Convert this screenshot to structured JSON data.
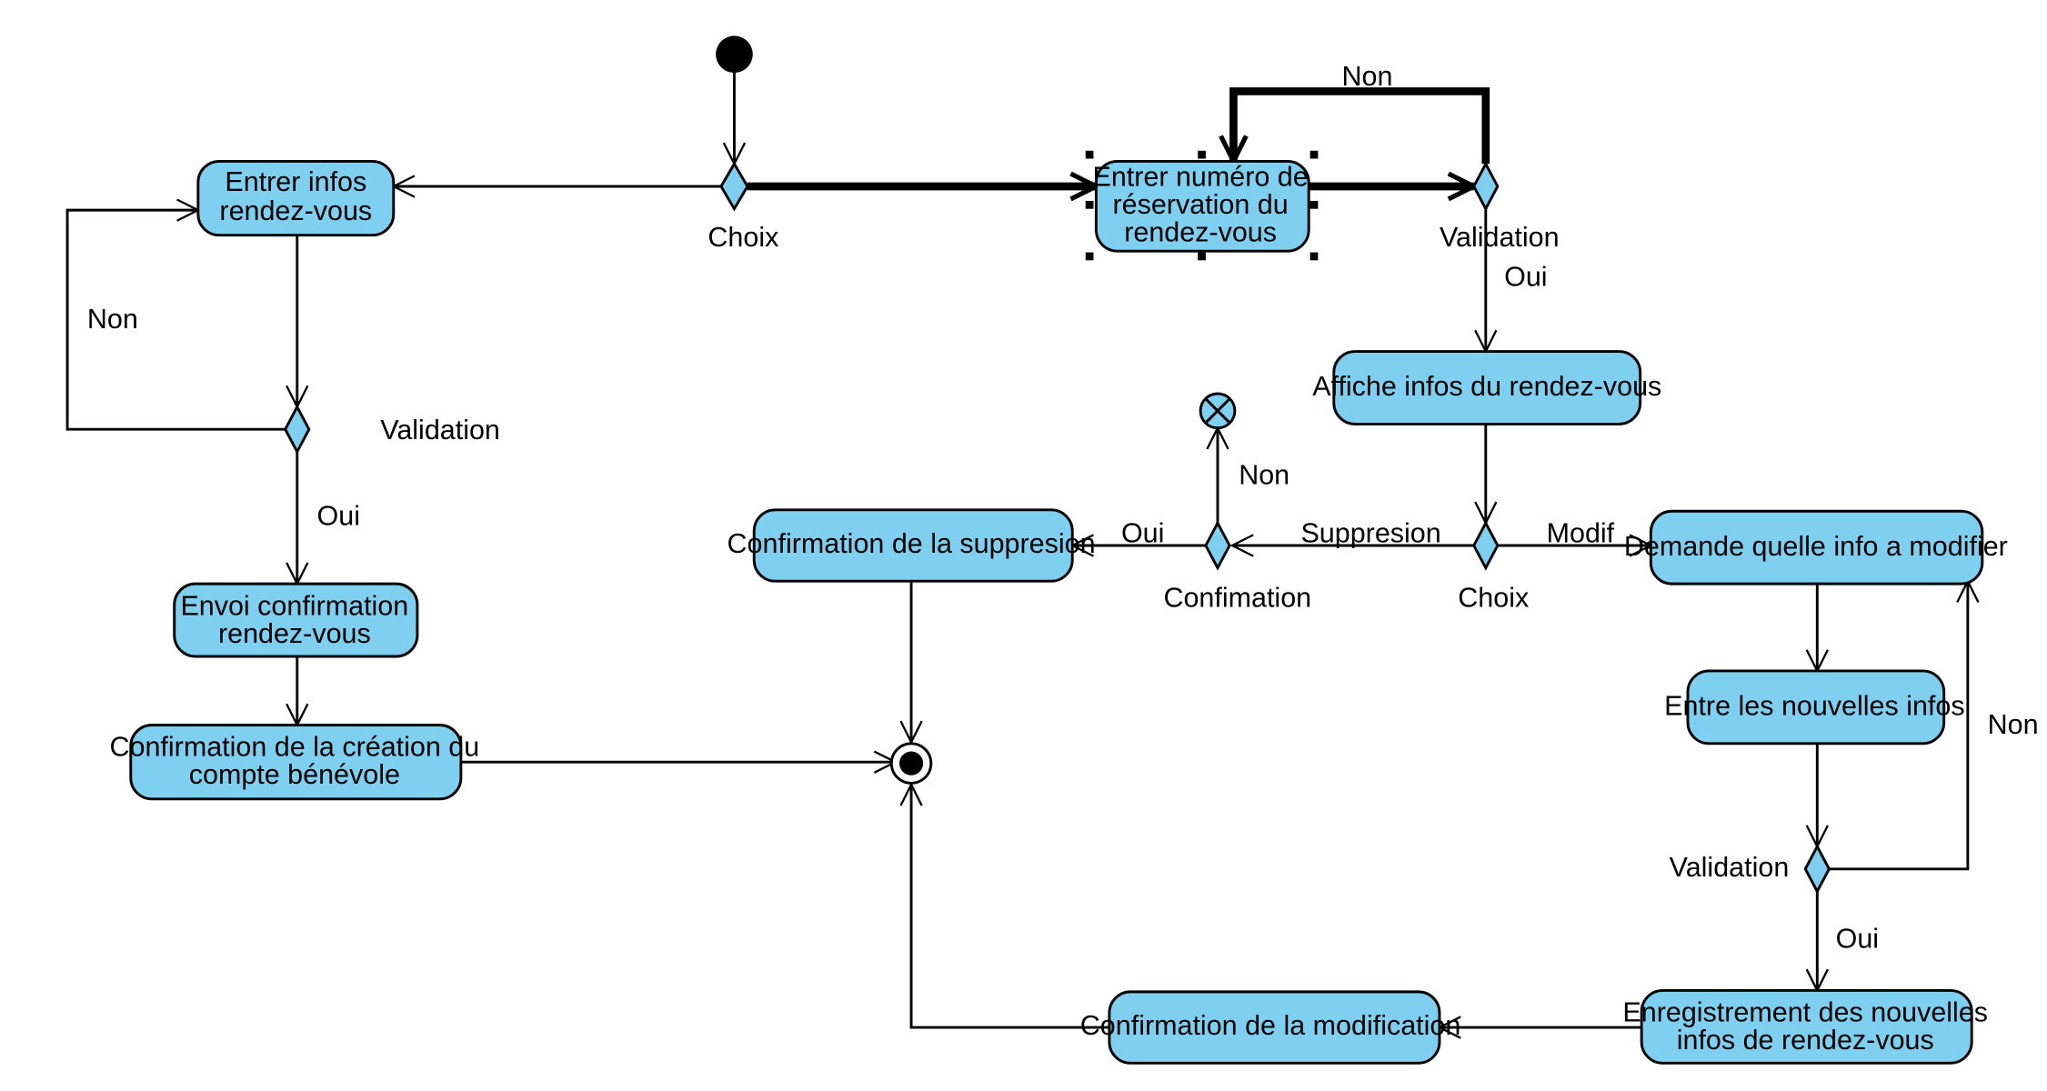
{
  "colors": {
    "node_fill": "#7ecff0",
    "stroke": "#000000",
    "background": "#ffffff"
  },
  "activities": {
    "entrer_infos": [
      "Entrer infos",
      "rendez-vous"
    ],
    "envoi_confirmation": [
      "Envoi confirmation",
      "rendez-vous"
    ],
    "confirmation_creation": [
      "Confirmation de la création du",
      "compte bénévole"
    ],
    "entrer_numero": [
      "Entrer numéro de",
      "réservation du",
      "rendez-vous"
    ],
    "affiche_infos": [
      "Affiche infos du rendez-vous"
    ],
    "confirmation_suppression": [
      "Confirmation de la suppresion"
    ],
    "demande_info": [
      "Demande quelle info a modifier"
    ],
    "entre_nouvelles": [
      "Entre les nouvelles infos"
    ],
    "enregistrement": [
      "Enregistrement des nouvelles",
      "infos de rendez-vous"
    ],
    "confirmation_modification": [
      "Confirmation de la modification"
    ]
  },
  "labels": {
    "choix_top": "Choix",
    "validation_left": "Validation",
    "non_left": "Non",
    "oui_left": "Oui",
    "non_top": "Non",
    "validation_top": "Validation",
    "oui_top": "Oui",
    "non_flow_final": "Non",
    "oui_suppr": "Oui",
    "suppresion": "Suppresion",
    "modif": "Modif",
    "confimation": "Confimation",
    "choix_mid": "Choix",
    "non_right": "Non",
    "validation_right": "Validation",
    "oui_right": "Oui"
  }
}
